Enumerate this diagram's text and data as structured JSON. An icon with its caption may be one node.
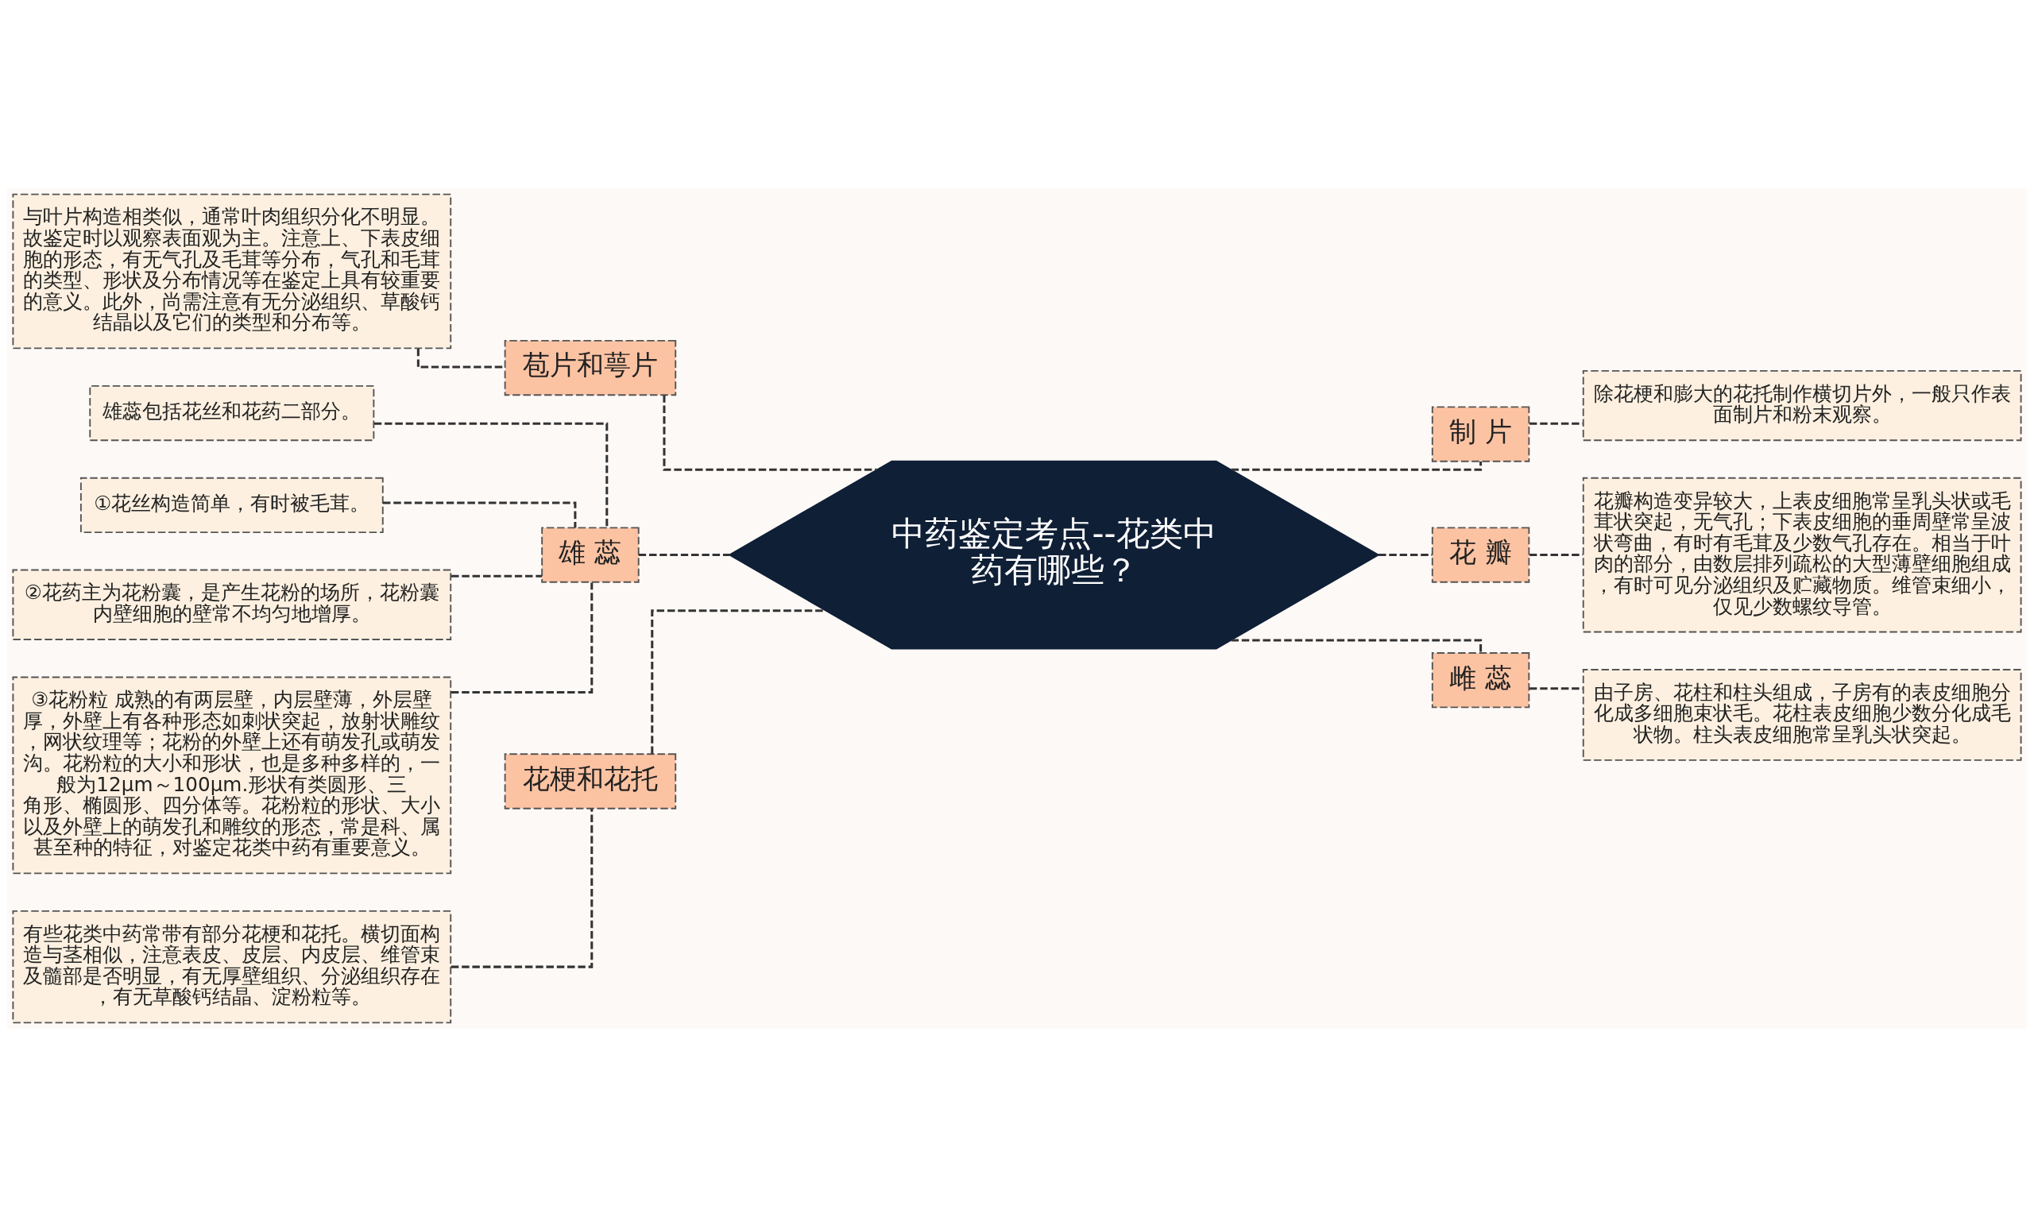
{
  "diagram": {
    "nodes": [
      {
        "text": [
          "中药鉴定考点--花类中药有哪些？"
        ]
      },
      {
        "text": [
          "苞片和萼片"
        ]
      },
      {
        "text": [
          "与叶片构造相类似，通常叶肉组织分化不明显。故鉴定时以观察表面观为主。注意上、下表皮细胞的形态，有无气孔及毛茸等分布，气孔和毛茸的类型、形状及分布情况等在鉴定上具有较重要的意义。此外，尚需注意有无分泌组织、草酸钙结晶以及它们的类型和分布等。"
        ]
      },
      {
        "text": [
          "雄 蕊"
        ]
      },
      {
        "text": [
          "雄蕊包括花丝和花药二部分。"
        ]
      },
      {
        "text": [
          "①花丝构造简单，有时被毛茸。"
        ]
      },
      {
        "text": [
          "②花药主为花粉囊，是产生花粉的场所，花粉囊内壁细胞的壁常不均匀地增厚。"
        ]
      },
      {
        "text": [
          "③花粉粒 成熟的有两层壁，内层壁薄，外层壁厚，外壁上有各种形态如刺状突起，放射状雕纹，网状纹理等；花粉的外壁上还有萌发孔或萌发沟。花粉粒的大小和形状，也是多种多样的，一般为12μm～100μm.形状有类圆形、三角形、椭圆形、四分体等。花粉粒的形状、大小以及外壁上的萌发孔和雕纹的形态，常是科、属甚至种的特征，对鉴定花类中药有重要意义。"
        ]
      },
      {
        "text": [
          "花梗和花托"
        ]
      },
      {
        "text": [
          "有些花类中药常带有部分花梗和花托。横切面构造与茎相似，注意表皮、皮层、内皮层、维管束及髓部是否明显，有无厚壁组织、分泌组织存在，有无草酸钙结晶、淀粉粒等。"
        ]
      },
      {
        "text": [
          "制 片"
        ]
      },
      {
        "text": [
          "除花梗和膨大的花托制作横切片外，一般只作表面制片和粉末观察。"
        ]
      },
      {
        "text": [
          "花 瓣"
        ]
      },
      {
        "text": [
          "花瓣构造变异较大，上表皮细胞常呈乳头状或毛茸状突起，无气孔；下表皮细胞的垂周壁常呈波状弯曲，有时有毛茸及少数气孔存在。相当于叶肉的部分，由数层排列疏松的大型薄壁细胞组成，有时可见分泌组织及贮藏物质。维管束细小，仅见少数螺纹导管。"
        ]
      },
      {
        "text": [
          "雌 蕊"
        ]
      },
      {
        "text": [
          "由子房、花柱和柱头组成，子房有的表皮细胞分化成多细胞束状毛。花柱表皮细胞少数分化成毛状物。柱头表皮细胞常呈乳头状突起。"
        ]
      }
    ],
    "edges": [
      {
        "from": 0,
        "to": 1,
        "arrow": "none",
        "style": "dashed"
      },
      {
        "from": 1,
        "to": 2,
        "arrow": "none",
        "style": "dashed"
      },
      {
        "from": 0,
        "to": 3,
        "arrow": "none",
        "style": "dashed"
      },
      {
        "from": 3,
        "to": 4,
        "arrow": "none",
        "style": "dashed"
      },
      {
        "from": 3,
        "to": 5,
        "arrow": "none",
        "style": "dashed"
      },
      {
        "from": 3,
        "to": 6,
        "arrow": "none",
        "style": "dashed"
      },
      {
        "from": 3,
        "to": 7,
        "arrow": "none",
        "style": "dashed"
      },
      {
        "from": 0,
        "to": 8,
        "arrow": "none",
        "style": "dashed"
      },
      {
        "from": 8,
        "to": 9,
        "arrow": "none",
        "style": "dashed"
      },
      {
        "from": 0,
        "to": 10,
        "arrow": "none",
        "style": "dashed"
      },
      {
        "from": 10,
        "to": 11,
        "arrow": "none",
        "style": "dashed"
      },
      {
        "from": 0,
        "to": 12,
        "arrow": "none",
        "style": "dashed"
      },
      {
        "from": 12,
        "to": 13,
        "arrow": "none",
        "style": "dashed"
      },
      {
        "from": 0,
        "to": 14,
        "arrow": "none",
        "style": "dashed"
      },
      {
        "from": 14,
        "to": 15,
        "arrow": "none",
        "style": "dashed"
      }
    ]
  }
}
